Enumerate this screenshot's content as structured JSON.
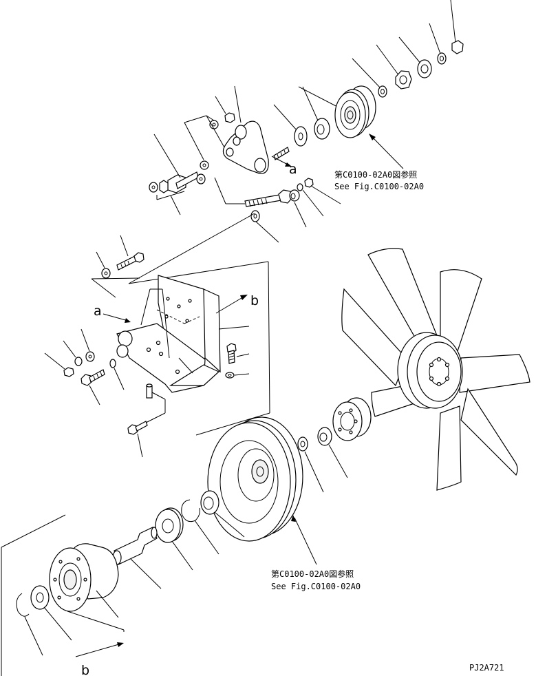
{
  "labels": {
    "marker_a": "a",
    "marker_b": "b",
    "ref_upper_jp": "第C0100-02A0図参照",
    "ref_upper_en": "See Fig.C0100-02A0",
    "ref_lower_jp": "第C0100-02A0図参照",
    "ref_lower_en": "See Fig.C0100-02A0",
    "drawing_code": "PJ2A721"
  }
}
